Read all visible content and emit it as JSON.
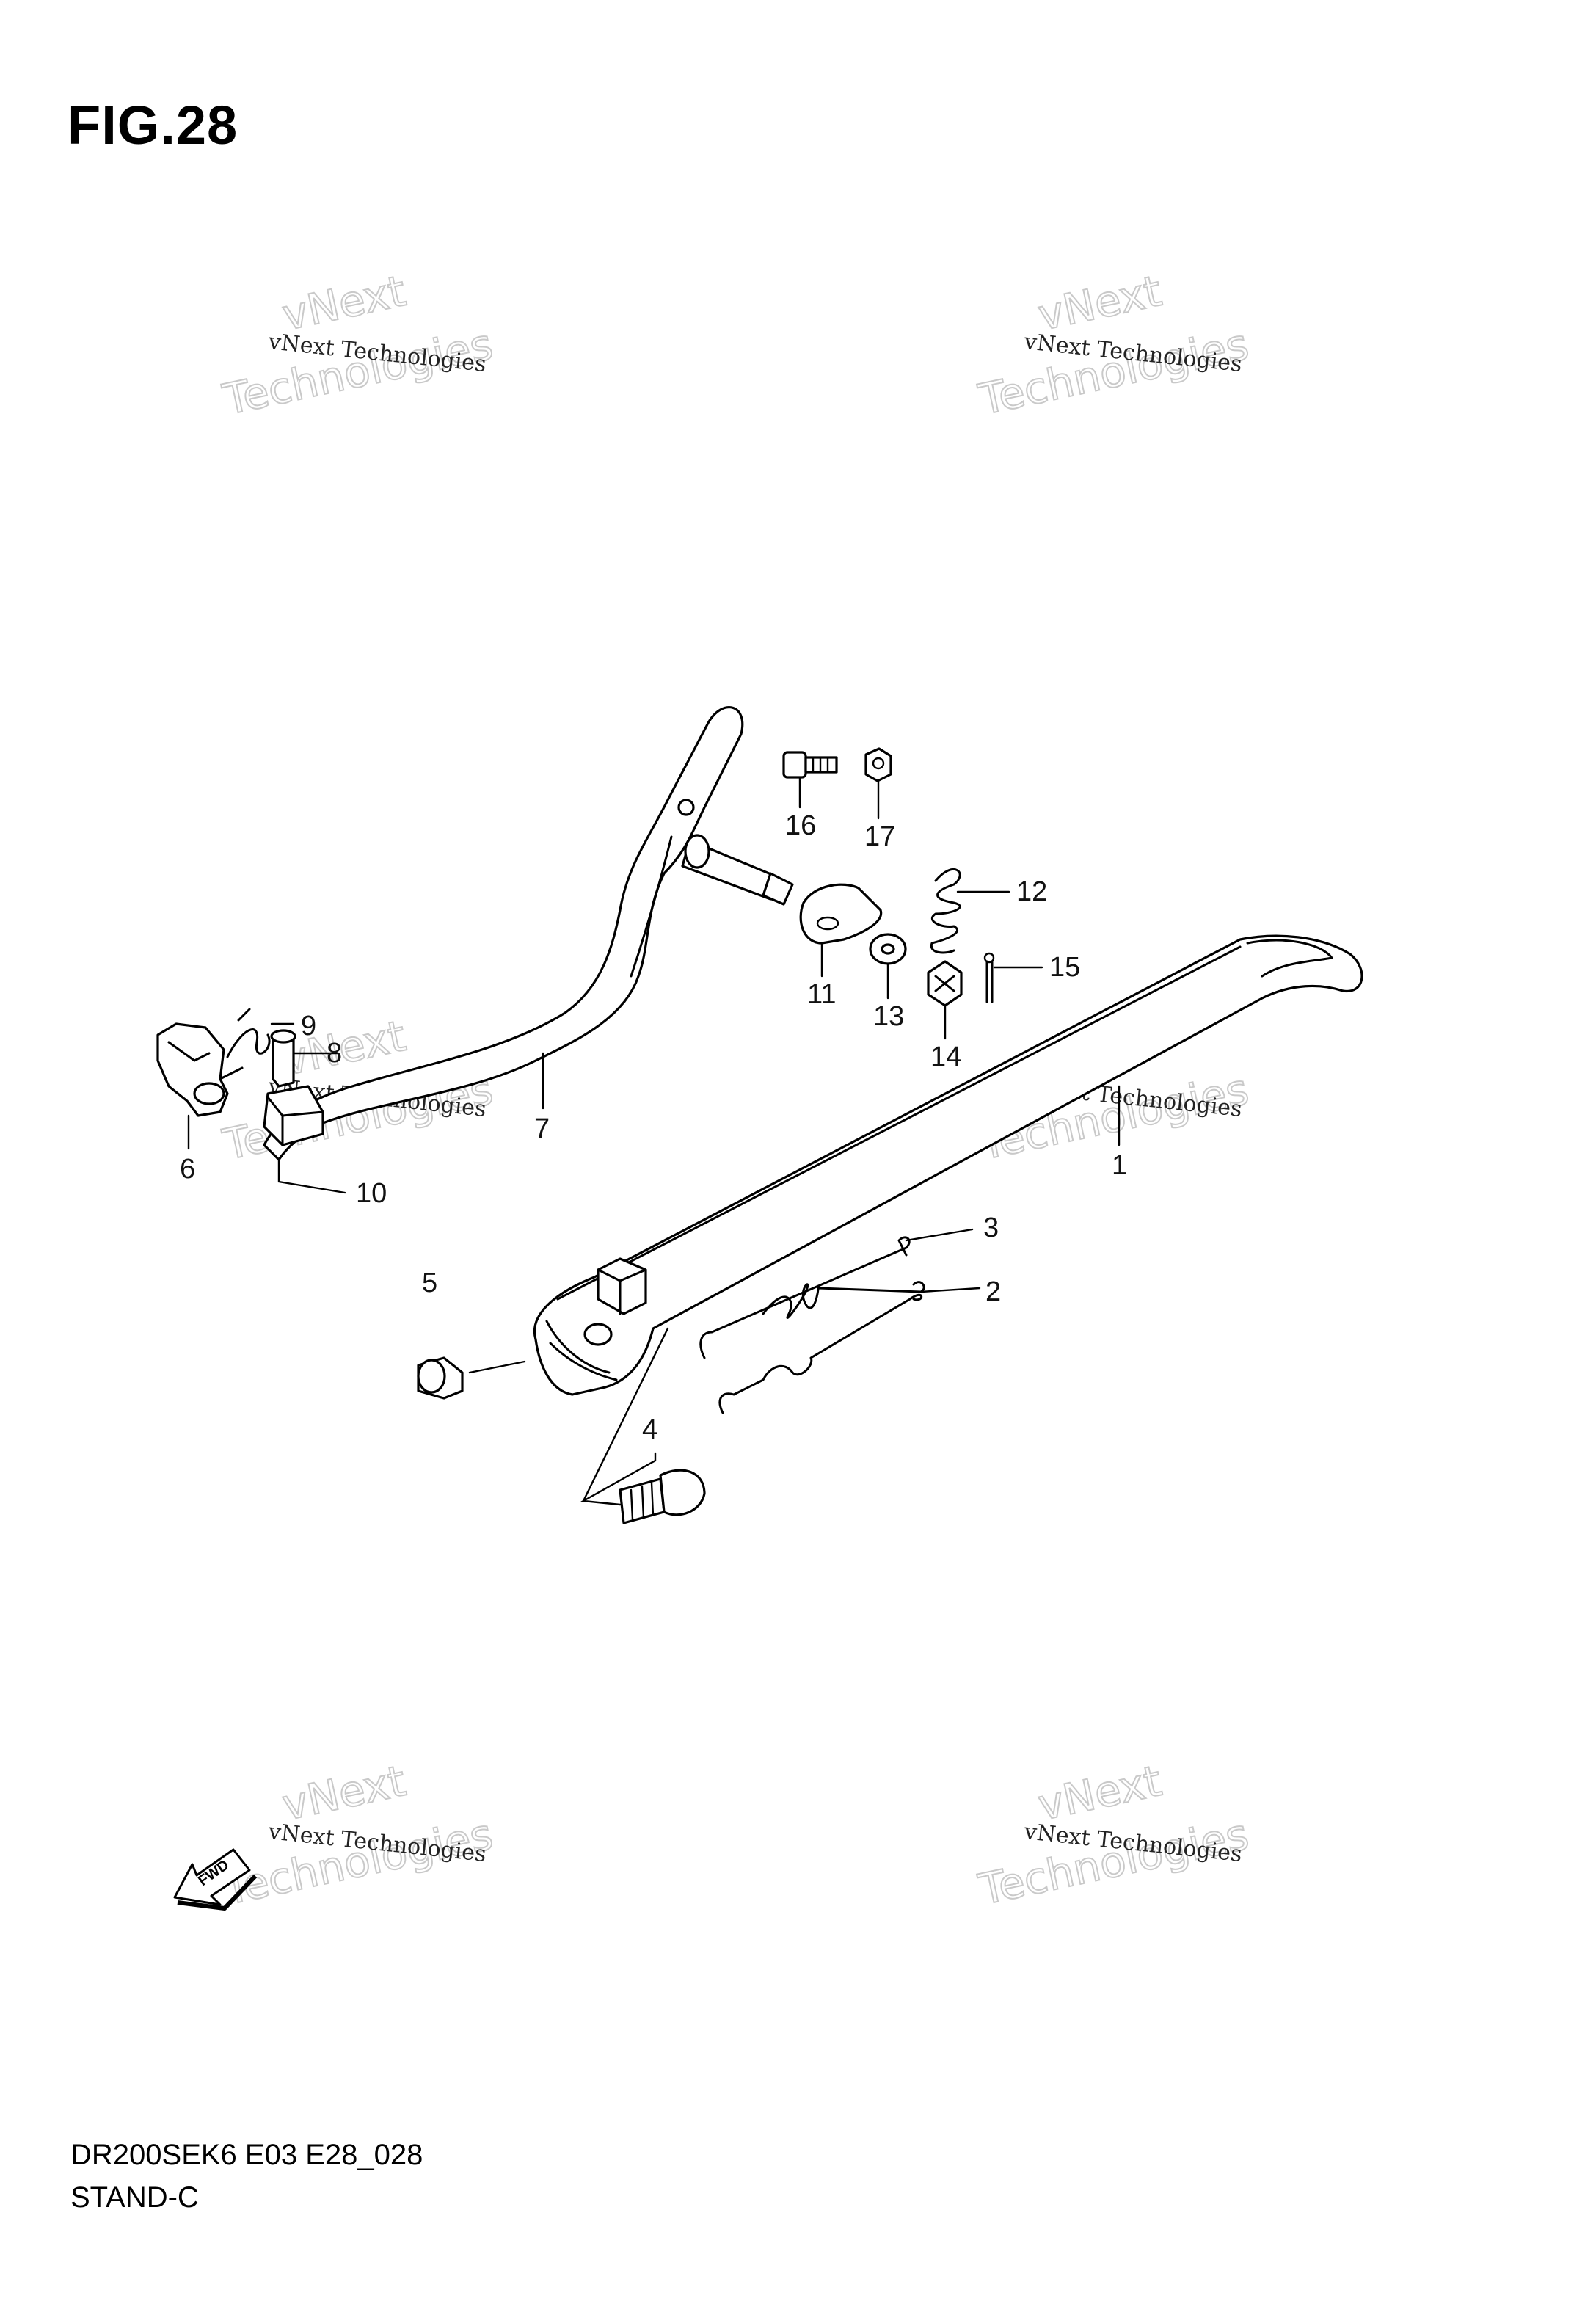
{
  "figure": {
    "title": "FIG.28"
  },
  "footer": {
    "code": "DR200SEK6 E03 E28_028",
    "name": "STAND-C"
  },
  "watermark": {
    "line1": "vNext Technologies",
    "line2": "vNext",
    "line3": "Technologies"
  },
  "fwd_label": "FWD",
  "callouts": [
    "1",
    "2",
    "3",
    "4",
    "5",
    "6",
    "7",
    "8",
    "9",
    "10",
    "11",
    "12",
    "13",
    "14",
    "15",
    "16",
    "17"
  ]
}
